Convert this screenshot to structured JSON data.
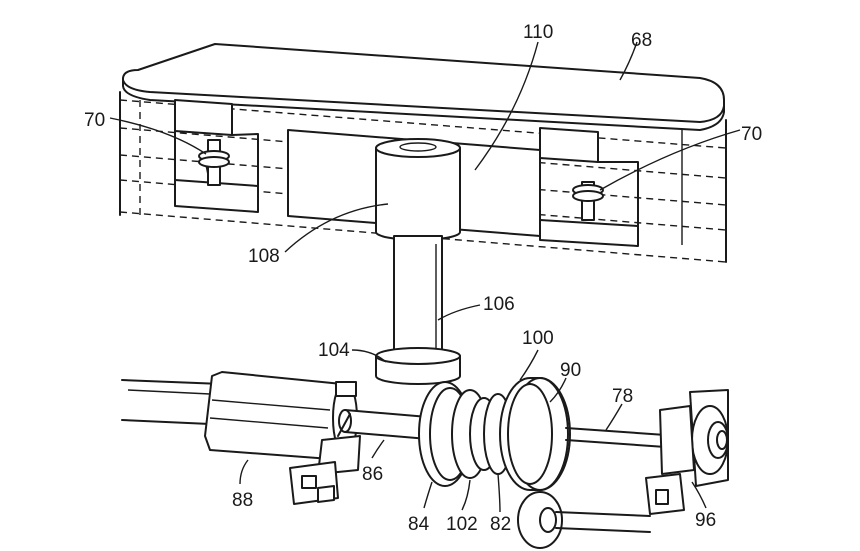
{
  "figure": {
    "reference_numerals": {
      "n68": "68",
      "n110": "110",
      "n70_left": "70",
      "n70_right": "70",
      "n108": "108",
      "n106": "106",
      "n104": "104",
      "n100": "100",
      "n90": "90",
      "n78": "78",
      "n88": "88",
      "n86": "86",
      "n84": "84",
      "n102": "102",
      "n82": "82",
      "n96": "96"
    }
  }
}
